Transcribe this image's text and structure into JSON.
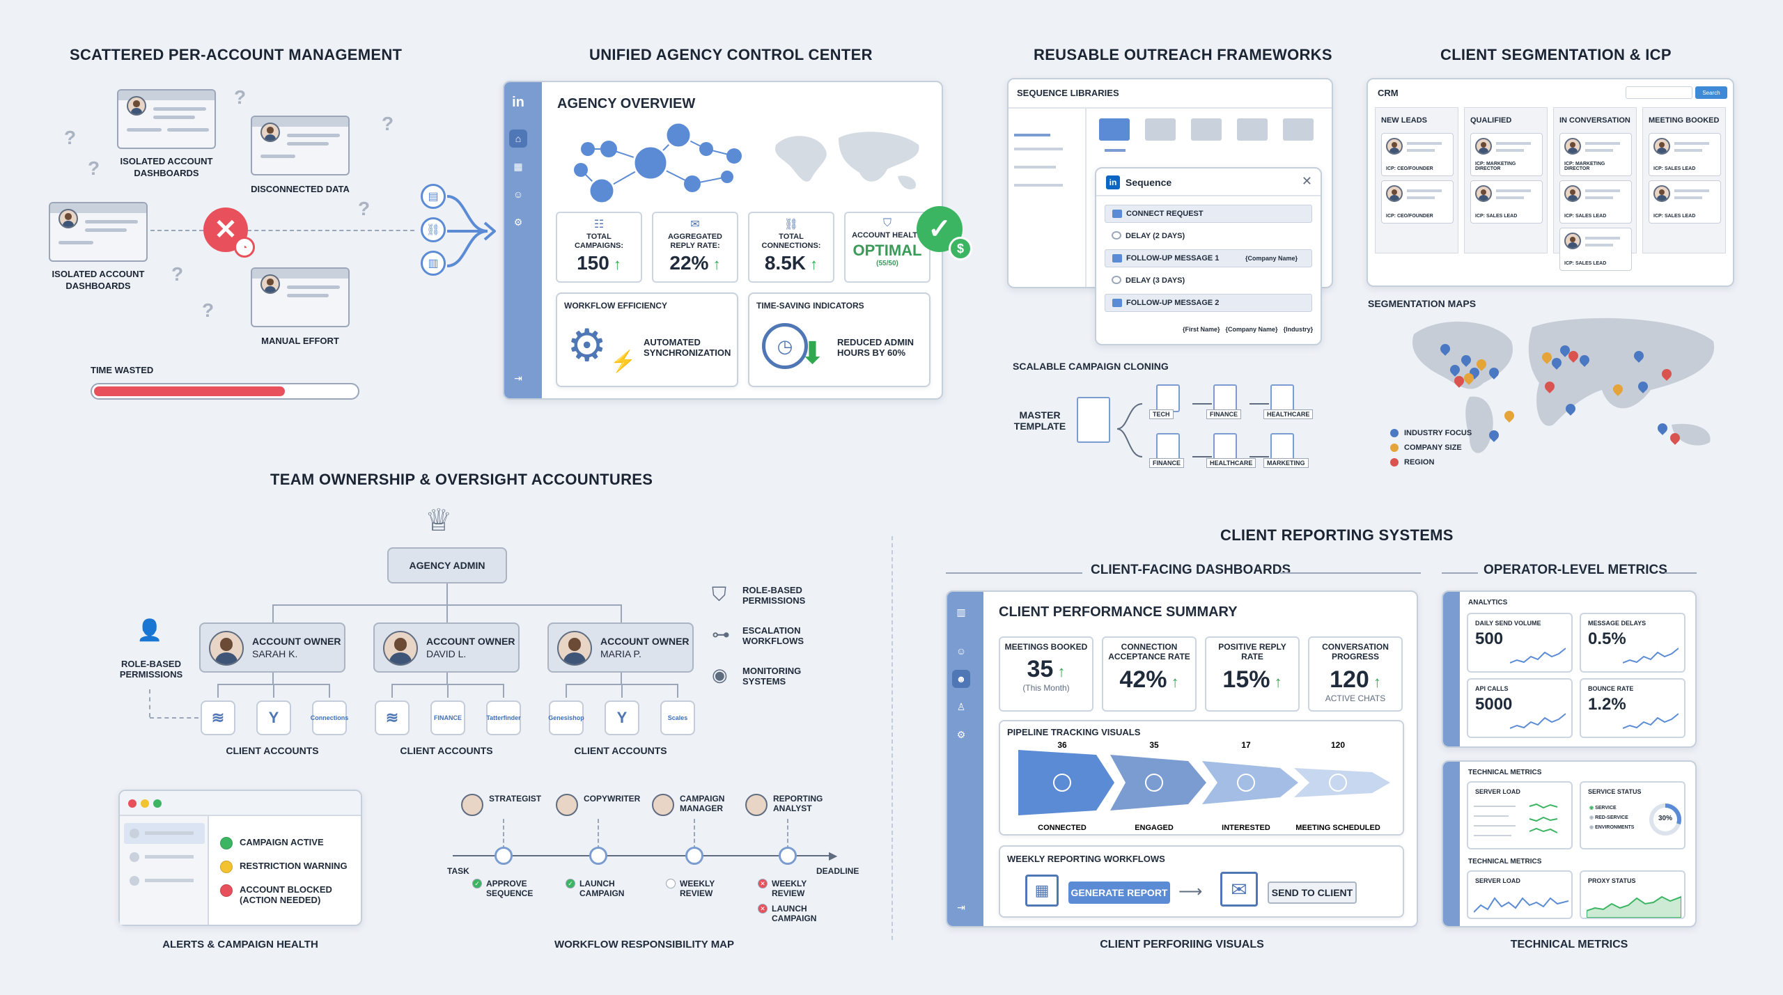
{
  "titles": {
    "scattered": "SCATTERED PER-ACCOUNT MANAGEMENT",
    "unified": "UNIFIED AGENCY CONTROL CENTER",
    "outreach": "REUSABLE OUTREACH FRAMEWORKS",
    "segmentation": "CLIENT SEGMENTATION & ICP",
    "team": "TEAM OWNERSHIP & OVERSIGHT ACCOUNTURES",
    "reporting": "CLIENT REPORTING SYSTEMS"
  },
  "scattered": {
    "isolated1": "ISOLATED ACCOUNT DASHBOARDS",
    "isolated2": "ISOLATED ACCOUNT DASHBOARDS",
    "disconnected": "DISCONNECTED DATA",
    "manual": "MANUAL EFFORT",
    "time_wasted": "TIME WASTED",
    "time_wasted_fraction": 0.73,
    "fill_color": "#e8505b"
  },
  "agency": {
    "heading": "AGENCY OVERVIEW",
    "metrics": [
      {
        "label": "TOTAL CAMPAIGNS:",
        "value": "150"
      },
      {
        "label": "AGGREGATED REPLY RATE:",
        "value": "22%"
      },
      {
        "label": "TOTAL CONNECTIONS:",
        "value": "8.5K"
      },
      {
        "label": "ACCOUNT HEALTH",
        "value": "OPTIMAL",
        "sub": "(55/50)"
      }
    ],
    "workflow_title": "WORKFLOW EFFICIENCY",
    "workflow_text": "AUTOMATED SYNCHRONIZATION",
    "timesave_title": "TIME-SAVING INDICATORS",
    "timesave_text": "REDUCED ADMIN HOURS BY 60%",
    "accent": "#7a9cd1"
  },
  "outreach": {
    "library_title": "SEQUENCE LIBRARIES",
    "sequence_title": "Sequence",
    "steps": [
      {
        "label": "CONNECT REQUEST",
        "boxed": true
      },
      {
        "label": "DELAY (2 DAYS)",
        "boxed": false
      },
      {
        "label": "FOLLOW-UP MESSAGE 1",
        "boxed": true,
        "tag": "{Company Name}"
      },
      {
        "label": "DELAY (3 DAYS)",
        "boxed": false
      },
      {
        "label": "FOLLOW-UP MESSAGE 2",
        "boxed": true
      }
    ],
    "vars": [
      "{First Name}",
      "{Company Name}",
      "{Industry}"
    ],
    "cloning_title": "SCALABLE CAMPAIGN CLONING",
    "master": "MASTER TEMPLATE",
    "clones_top": [
      "TECH",
      "FINANCE",
      "HEALTHCARE"
    ],
    "clones_bottom": [
      "FINANCE",
      "HEALTHCARE",
      "MARKETING"
    ]
  },
  "crm": {
    "title": "CRM",
    "button": "Search",
    "columns": [
      {
        "name": "NEW LEADS",
        "cards": [
          "ICP: CEO/FOUNDER",
          "ICP: CEO/FOUNDER"
        ]
      },
      {
        "name": "QUALIFIED",
        "cards": [
          "ICP: MARKETING DIRECTOR",
          "ICP: SALES LEAD"
        ]
      },
      {
        "name": "IN CONVERSATION",
        "cards": [
          "ICP: MARKETING DIRECTOR",
          "ICP: SALES LEAD",
          "ICP: SALES LEAD"
        ]
      },
      {
        "name": "MEETING BOOKED",
        "cards": [
          "ICP: SALES LEAD",
          "ICP: SALES LEAD"
        ]
      }
    ],
    "maps_title": "SEGMENTATION MAPS",
    "legend": [
      {
        "label": "INDUSTRY FOCUS",
        "color": "#4a78c2"
      },
      {
        "label": "COMPANY SIZE",
        "color": "#e5a43a"
      },
      {
        "label": "REGION",
        "color": "#d9534f"
      }
    ]
  },
  "team": {
    "admin": "AGENCY ADMIN",
    "owners": [
      {
        "role": "ACCOUNT OWNER",
        "name": "SARAH K."
      },
      {
        "role": "ACCOUNT OWNER",
        "name": "DAVID L."
      },
      {
        "role": "ACCOUNT OWNER",
        "name": "MARIA P."
      }
    ],
    "client_accounts": "CLIENT ACCOUNTS",
    "client_logos": [
      [
        "",
        "",
        "Connections"
      ],
      [
        "",
        "FINANCE",
        "Tatterfinder"
      ],
      [
        "Genesishop",
        "",
        "Scales"
      ]
    ],
    "role_based": "ROLE-BASED PERMISSIONS",
    "side": [
      "ROLE-BASED PERMISSIONS",
      "ESCALATION WORKFLOWS",
      "MONITORING SYSTEMS"
    ],
    "alerts_title": "ALERTS & CAMPAIGN HEALTH",
    "alerts": [
      {
        "label": "CAMPAIGN ACTIVE",
        "color": "#3cb563"
      },
      {
        "label": "RESTRICTION WARNING",
        "color": "#f2c230"
      },
      {
        "label": "ACCOUNT BLOCKED (ACTION NEEDED)",
        "color": "#e8505b"
      }
    ],
    "roles": [
      {
        "name": "STRATEGIST"
      },
      {
        "name": "COPYWRITER"
      },
      {
        "name": "CAMPAIGN MANAGER"
      },
      {
        "name": "REPORTING ANALYST"
      }
    ],
    "task": "TASK",
    "deadline": "DEADLINE",
    "tasks": [
      "APPROVE SEQUENCE",
      "LAUNCH CAMPAIGN",
      "WEEKLY REVIEW",
      "WEEKLY REVIEW",
      "LAUNCH CAMPAIGN"
    ],
    "map_title": "WORKFLOW RESPONSIBILITY MAP"
  },
  "reporting": {
    "client_dash_title": "CLIENT-FACING DASHBOARDS",
    "operator_title": "OPERATOR-LEVEL METRICS",
    "summary_title": "CLIENT PERFORMANCE SUMMARY",
    "metrics": [
      {
        "label": "MEETINGS BOOKED",
        "value": "35",
        "sub": "(This Month)"
      },
      {
        "label": "CONNECTION ACCEPTANCE RATE",
        "value": "42%",
        "sub": ""
      },
      {
        "label": "POSITIVE REPLY RATE",
        "value": "15%",
        "sub": ""
      },
      {
        "label": "CONVERSATION PROGRESS",
        "value": "120",
        "sub": "ACTIVE CHATS"
      }
    ],
    "pipeline_title": "PIPELINE TRACKING VISUALS",
    "pipeline": [
      {
        "stage": "CONNECTED",
        "value": 36
      },
      {
        "stage": "ENGAGED",
        "value": 35
      },
      {
        "stage": "INTERESTED",
        "value": 17
      },
      {
        "stage": "MEETING SCHEDULED",
        "value": 120
      }
    ],
    "weekly_title": "WEEKLY REPORTING WORKFLOWS",
    "generate": "GENERATE REPORT",
    "send": "SEND TO CLIENT",
    "footer_left": "CLIENT PERFORIING VISUALS",
    "footer_right": "TECHNICAL METRICS",
    "analytics": "ANALYTICS",
    "op_metrics": [
      {
        "label": "DAILY SEND VOLUME",
        "value": "500"
      },
      {
        "label": "MESSAGE DELAYS",
        "value": "0.5%"
      },
      {
        "label": "API CALLS",
        "value": "5000"
      },
      {
        "label": "BOUNCE RATE",
        "value": "1.2%"
      }
    ],
    "tech_title": "TECHNICAL METRICS",
    "server_load": "SERVER LOAD",
    "service_status": "SERVICE STATUS",
    "tech_title2": "TECHNICAL METRICS",
    "server_load2": "SERVER LOAD",
    "proxy_status": "PROXY STATUS",
    "legend_items": [
      "SERVICE",
      "RED-SERVICE",
      "ENVIRONMENTS"
    ],
    "gauge": "30%",
    "gauge_value": 0.3
  }
}
